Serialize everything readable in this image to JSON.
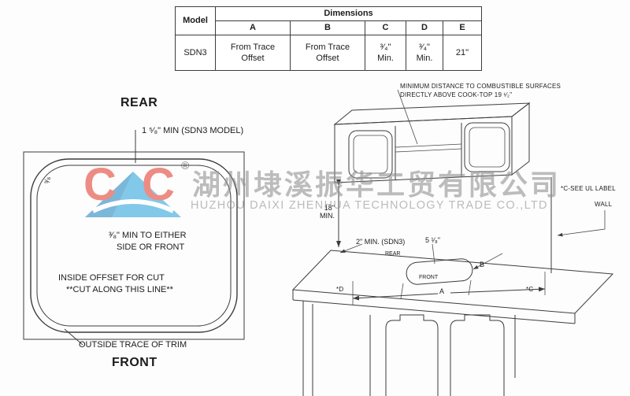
{
  "table": {
    "model_header": "Model",
    "dimensions_header": "Dimensions",
    "columns": [
      "A",
      "B",
      "C",
      "D",
      "E"
    ],
    "row": {
      "model": "SDN3",
      "a": "From Trace\nOffset",
      "b": "From Trace\nOffset",
      "c": "³⁄₄\"\nMin.",
      "d": "³⁄₄\"\nMin.",
      "e": "21\""
    }
  },
  "left_diagram": {
    "rear_label": "REAR",
    "front_label": "FRONT",
    "top_dim_note": "1 ⁵⁄₈\" MIN (SDN3 MODEL)",
    "edge_fraction": "³⁄₈",
    "side_note_line1": "³⁄₈\" MIN TO EITHER",
    "side_note_line2": "SIDE OR FRONT",
    "cut_note_line1": "INSIDE OFFSET FOR CUT",
    "cut_note_line2": "**CUT ALONG THIS LINE**",
    "trace_note": "OUTSIDE TRACE OF TRIM"
  },
  "right_diagram": {
    "combustible_note_line1": "MINIMUM DISTANCE TO COMBUSTIBLE SURFACES",
    "combustible_note_line2": "DIRECTLY ABOVE COOK-TOP 19 ¹⁄₂\"",
    "ul_note": "*C-SEE UL LABEL",
    "wall_label": "WALL",
    "dim_18": "18\"\nMIN.",
    "dim_2min": "2\" MIN. (SDN3)",
    "dim_5_1_8": "5 ¹⁄₈\"",
    "rear_label": "REAR",
    "front_label": "FRONT",
    "dim_a": "A",
    "dim_b": "B",
    "dim_c": "*C",
    "dim_d": "*D"
  },
  "watermark": {
    "logo_left": "C",
    "logo_right": "C",
    "registered": "®",
    "chinese": "湖州埭溪振华工贸有限公司",
    "english": "HUZHOU DAIXI ZHENHUA TECHNOLOGY TRADE CO.,LTD",
    "logo_color": "#e23b2e",
    "triangle_color": "#2ba3dc"
  }
}
